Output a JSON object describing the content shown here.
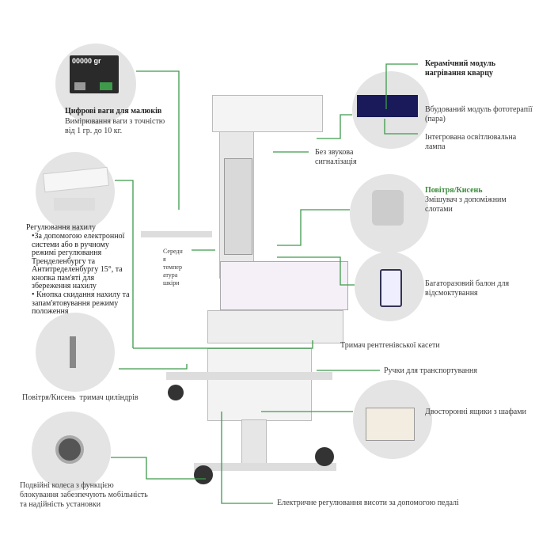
{
  "scale_panel": {
    "display": "00000 gr",
    "title": "Цифрові ваги для малюків",
    "desc_lines": [
      "Вимірювання ваги з точністю",
      "від 1 гр. до 10 кг."
    ]
  },
  "tilt": {
    "title": "Регулювання нахилу",
    "bullet1_lines": [
      "•За допомогою електронної",
      "системи або в ручному",
      "режимі регулювання",
      "Тренделенбургу та",
      "Антитределенбургу 15°, та",
      "кнопка пам'яті для",
      "збереження нахилу"
    ],
    "bullet2_lines": [
      "• Кнопка скидання нахилу та",
      "запам'ятовування режиму",
      "положення"
    ]
  },
  "skin_temp": {
    "lines": [
      "Середн",
      "я",
      "темпер",
      "атура",
      "шкіри"
    ]
  },
  "cylinders": {
    "label": "Повітря/Кисень  тримач циліндрів"
  },
  "wheels": {
    "lines": [
      "Подвійні колеса з функцією",
      "блокування забезпечують мобільність",
      "та надійність установки"
    ]
  },
  "pedal": {
    "label": "Електричне регулювання висоти за допомогою педалі"
  },
  "heater": {
    "lines": [
      "Керамічний модуль",
      "нагрівання кварцу"
    ]
  },
  "phototherapy": {
    "label": "Вбудований модуль фототерапії (пара)"
  },
  "lamp": {
    "lines": [
      "Інтегрована освітлювальна",
      "лампа"
    ]
  },
  "alarm": {
    "lines": [
      "Без звукова",
      "сигналізація"
    ]
  },
  "mixer": {
    "title": "Повітря/Кисень",
    "lines": [
      "Змішувач з допоміжним",
      "слотами"
    ]
  },
  "suction": {
    "lines": [
      "Багаторазовий балон для",
      "відсмоктування"
    ]
  },
  "xray": {
    "label": "Тримач рентгенівської касети"
  },
  "handles": {
    "label": "Ручки для транспортування"
  },
  "drawers": {
    "label": "Двосторонні ящики з шафами"
  },
  "colors": {
    "accent": "#3d9a4a",
    "circle": "#e4e4e4"
  }
}
